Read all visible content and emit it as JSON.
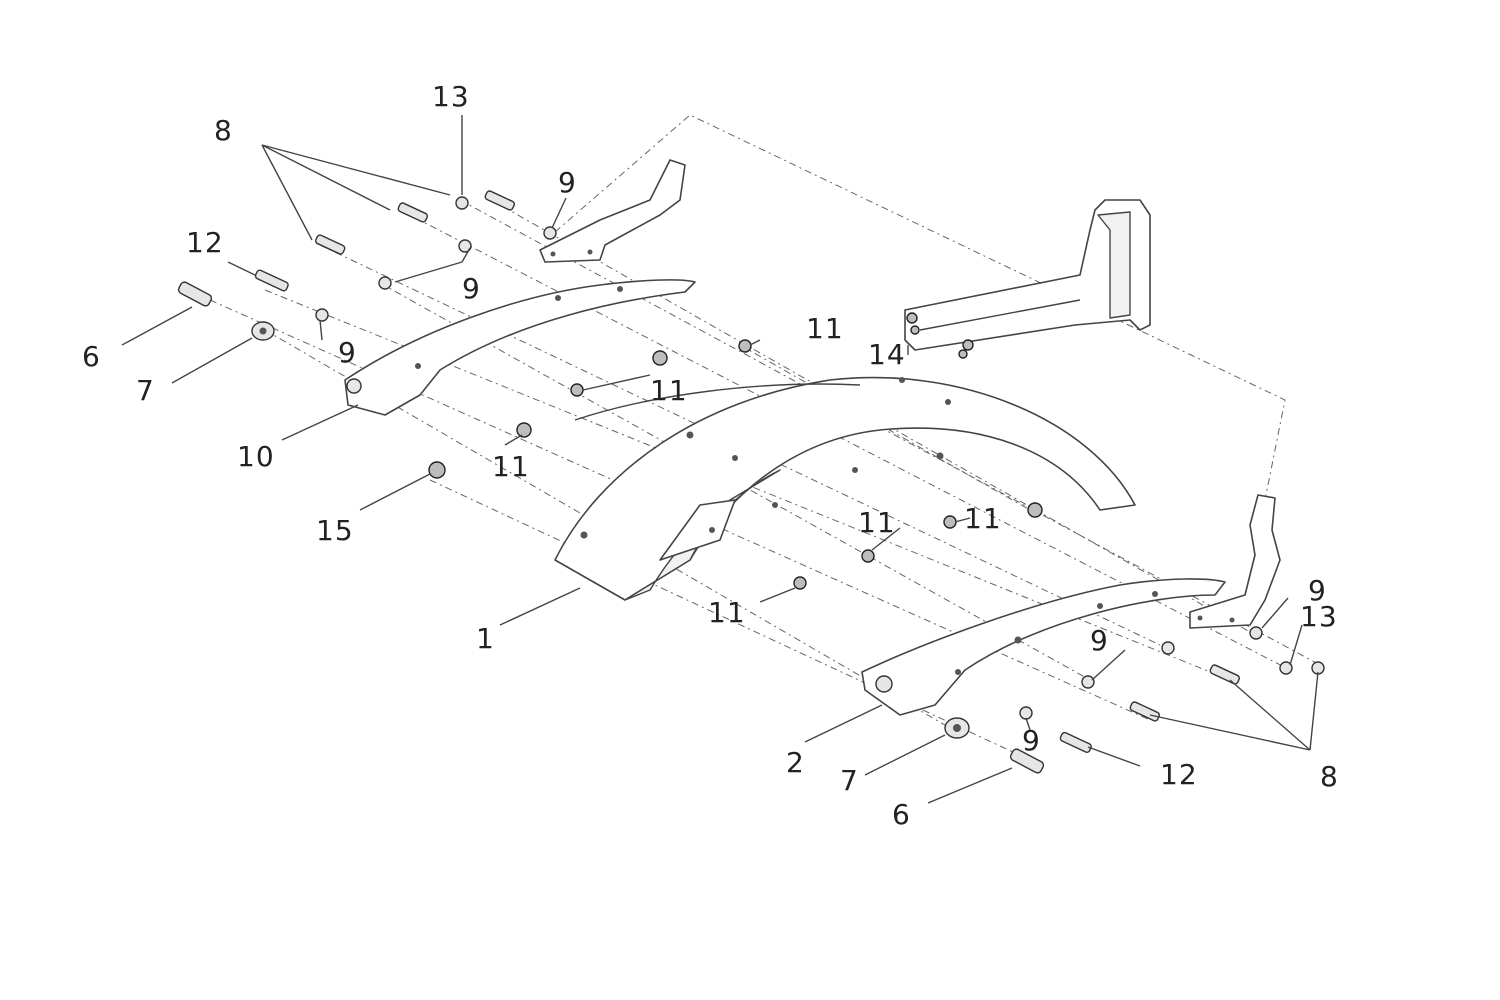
{
  "callouts": {
    "c1": "1",
    "c2": "2",
    "c6a": "6",
    "c6b": "6",
    "c7a": "7",
    "c7b": "7",
    "c8a": "8",
    "c8b": "8",
    "c9a": "9",
    "c9b": "9",
    "c9c": "9",
    "c9d": "9",
    "c9e": "9",
    "c9f": "9",
    "c10": "10",
    "c11a": "11",
    "c11b": "11",
    "c11c": "11",
    "c11d": "11",
    "c11e": "11",
    "c11f": "11",
    "c12a": "12",
    "c12b": "12",
    "c13a": "13",
    "c13b": "13",
    "c14": "14",
    "c15": "15"
  }
}
